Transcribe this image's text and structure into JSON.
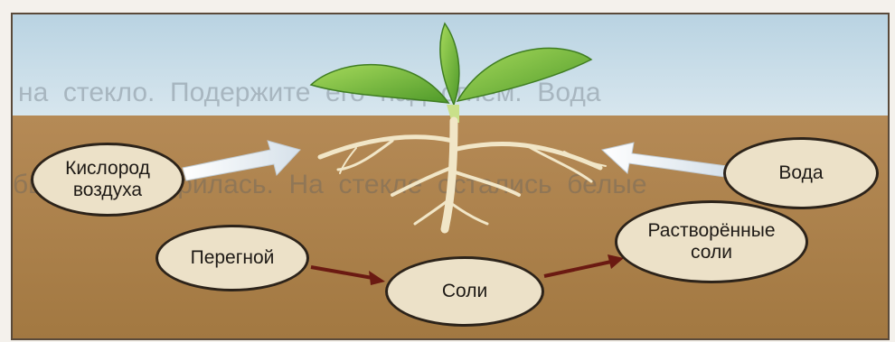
{
  "background_text": {
    "line1": "на  стекло.  Подержите  его  над  огнём.  Вода",
    "line2": "быстро  испарилась.  На  стекле  остались  белые",
    "line3": "                         ..."
  },
  "labels": {
    "oxygen": "Кислород\nвоздуха",
    "water": "Вода",
    "humus": "Перегной",
    "salts": "Соли",
    "dissolved_salts": "Растворённые\nсоли"
  },
  "colors": {
    "sky": "#c8dde8",
    "soil": "#ab8049",
    "oval_fill": "#ece1c8",
    "oval_border": "#2c231a",
    "arrow_light": "#e7edf2",
    "arrow_dark": "#6b1a12",
    "leaf": "#7cbf3a",
    "root": "#f1e6c7"
  }
}
